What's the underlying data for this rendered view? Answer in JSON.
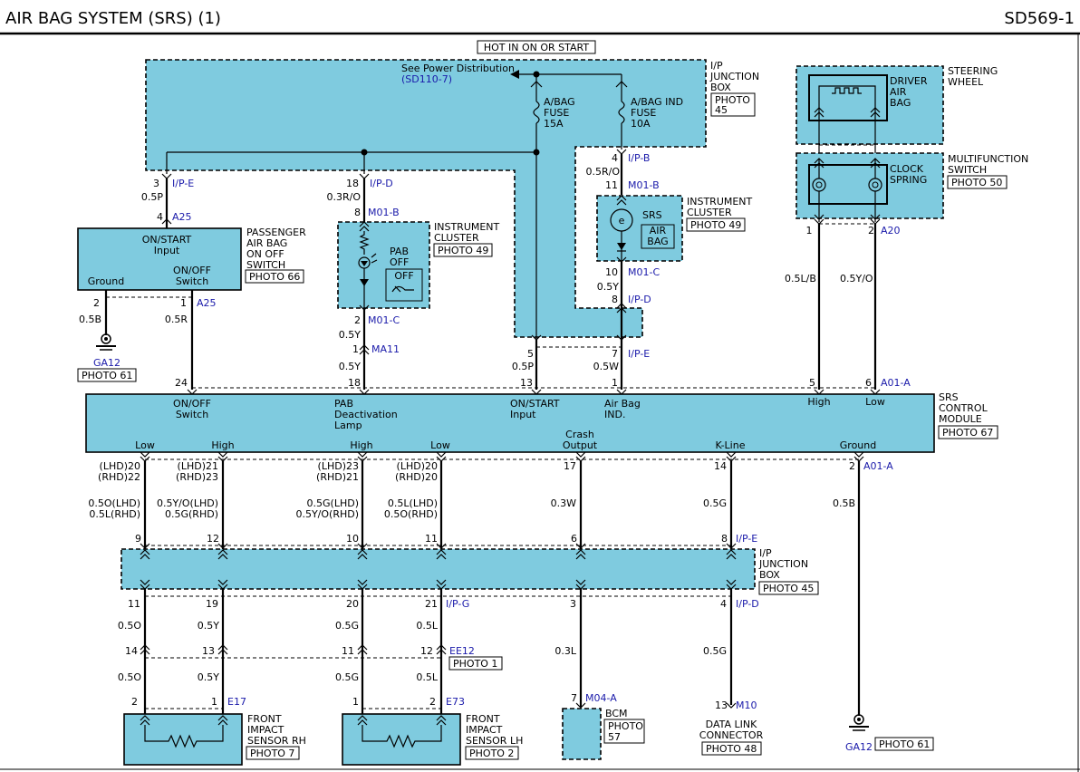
{
  "header": {
    "title": "AIR BAG SYSTEM (SRS) (1)",
    "page_code": "SD569-1"
  },
  "power_label": "HOT IN ON OR START",
  "ipjb": {
    "title_lines": [
      "I/P",
      "JUNCTION",
      "BOX"
    ],
    "photo_lines": [
      "PHOTO",
      "45"
    ],
    "see_power": "See Power Distribution",
    "see_power_ref": "(SD110-7)",
    "fuse1_lines": [
      "A/BAG",
      "FUSE",
      "15A"
    ],
    "fuse2_lines": [
      "A/BAG IND",
      "FUSE",
      "10A"
    ]
  },
  "steering": {
    "title_lines": [
      "STEERING",
      "WHEEL"
    ],
    "driver_lines": [
      "DRIVER",
      "AIR",
      "BAG"
    ]
  },
  "multifunction": {
    "title_lines": [
      "MULTIFUNCTION",
      "SWITCH"
    ],
    "photo": "PHOTO 50",
    "clock_lines": [
      "CLOCK",
      "SPRING"
    ]
  },
  "passenger_switch": {
    "title_lines": [
      "PASSENGER",
      "AIR BAG",
      "ON OFF",
      "SWITCH"
    ],
    "photo": "PHOTO 66",
    "input_lines": [
      "ON/START",
      "Input"
    ],
    "ground": "Ground",
    "onoff_lines": [
      "ON/OFF",
      "Switch"
    ]
  },
  "cluster1": {
    "title_lines": [
      "INSTRUMENT",
      "CLUSTER"
    ],
    "photo": "PHOTO 49",
    "pab_lines": [
      "PAB",
      "OFF"
    ],
    "off": "OFF"
  },
  "cluster2": {
    "title_lines": [
      "INSTRUMENT",
      "CLUSTER"
    ],
    "photo": "PHOTO 49",
    "srs": "SRS",
    "airbag_lines": [
      "AIR",
      "BAG"
    ]
  },
  "ground1": {
    "code": "GA12",
    "photo": "PHOTO 61"
  },
  "ground2": {
    "code": "GA12",
    "photo": "PHOTO 61"
  },
  "srs_module": {
    "title_lines": [
      "SRS",
      "CONTROL",
      "MODULE"
    ],
    "photo": "PHOTO 67",
    "top_pins": [
      {
        "lines": [
          "ON/OFF",
          "Switch"
        ]
      },
      {
        "lines": [
          "PAB",
          "Deactivation",
          "Lamp"
        ]
      },
      {
        "lines": [
          "ON/START",
          "Input"
        ]
      },
      {
        "lines": [
          "Air Bag",
          "IND."
        ]
      },
      {
        "lines": [
          "High"
        ]
      },
      {
        "lines": [
          "Low"
        ]
      }
    ],
    "bottom_pins": [
      "Low",
      "High",
      "High",
      "Low",
      "Crash",
      "Output",
      "K-Line",
      "Ground"
    ]
  },
  "ipjb2": {
    "title_lines": [
      "I/P",
      "JUNCTION",
      "BOX"
    ],
    "photo": "PHOTO 45"
  },
  "sensor_rh": {
    "title_lines": [
      "FRONT",
      "IMPACT",
      "SENSOR RH"
    ],
    "photo": "PHOTO 7",
    "conn": "E17"
  },
  "sensor_lh": {
    "title_lines": [
      "FRONT",
      "IMPACT",
      "SENSOR LH"
    ],
    "photo": "PHOTO 2",
    "conn": "E73"
  },
  "bcm": {
    "title": "BCM",
    "photo_lines": [
      "PHOTO",
      "57"
    ],
    "conn": "M04-A"
  },
  "dlc": {
    "title_lines": [
      "DATA LINK",
      "CONNECTOR"
    ],
    "photo": "PHOTO 48",
    "conn": "M10"
  },
  "connectors": {
    "ipe": "I/P-E",
    "ipd": "I/P-D",
    "ipb": "I/P-B",
    "m01b": "M01-B",
    "m01c": "M01-C",
    "a25": "A25",
    "ma11": "MA11",
    "a20": "A20",
    "a01a": "A01-A",
    "ipg": "I/P-G",
    "ee12": "EE12",
    "ee12_photo": "PHOTO 1"
  },
  "wires": {
    "w05p": "0.5P",
    "w03ro": "0.3R/O",
    "w05ro": "0.5R/O",
    "w05y": "0.5Y",
    "w05b": "0.5B",
    "w05r": "0.5R",
    "w05w": "0.5W",
    "w05lb": "0.5L/B",
    "w05yo": "0.5Y/O",
    "w03w": "0.3W",
    "w05g": "0.5G",
    "w05o": "0.5O",
    "w05l": "0.5L",
    "w03l": "0.3L",
    "lhd_o": "0.5O(LHD)",
    "rhd_l": "0.5L(RHD)",
    "lhd_yo": "0.5Y/O(LHD)",
    "rhd_g": "0.5G(RHD)",
    "lhd_g": "0.5G(LHD)",
    "rhd_yo": "0.5Y/O(RHD)",
    "lhd_l": "0.5L(LHD)",
    "rhd_o": "0.5O(RHD)"
  },
  "pins": {
    "lhd20": "(LHD)20",
    "rhd22": "(RHD)22",
    "lhd21": "(LHD)21",
    "rhd23": "(RHD)23",
    "lhd23": "(LHD)23",
    "rhd21": "(RHD)21",
    "lhd20b": "(LHD)20",
    "rhd20": "(RHD)20"
  }
}
